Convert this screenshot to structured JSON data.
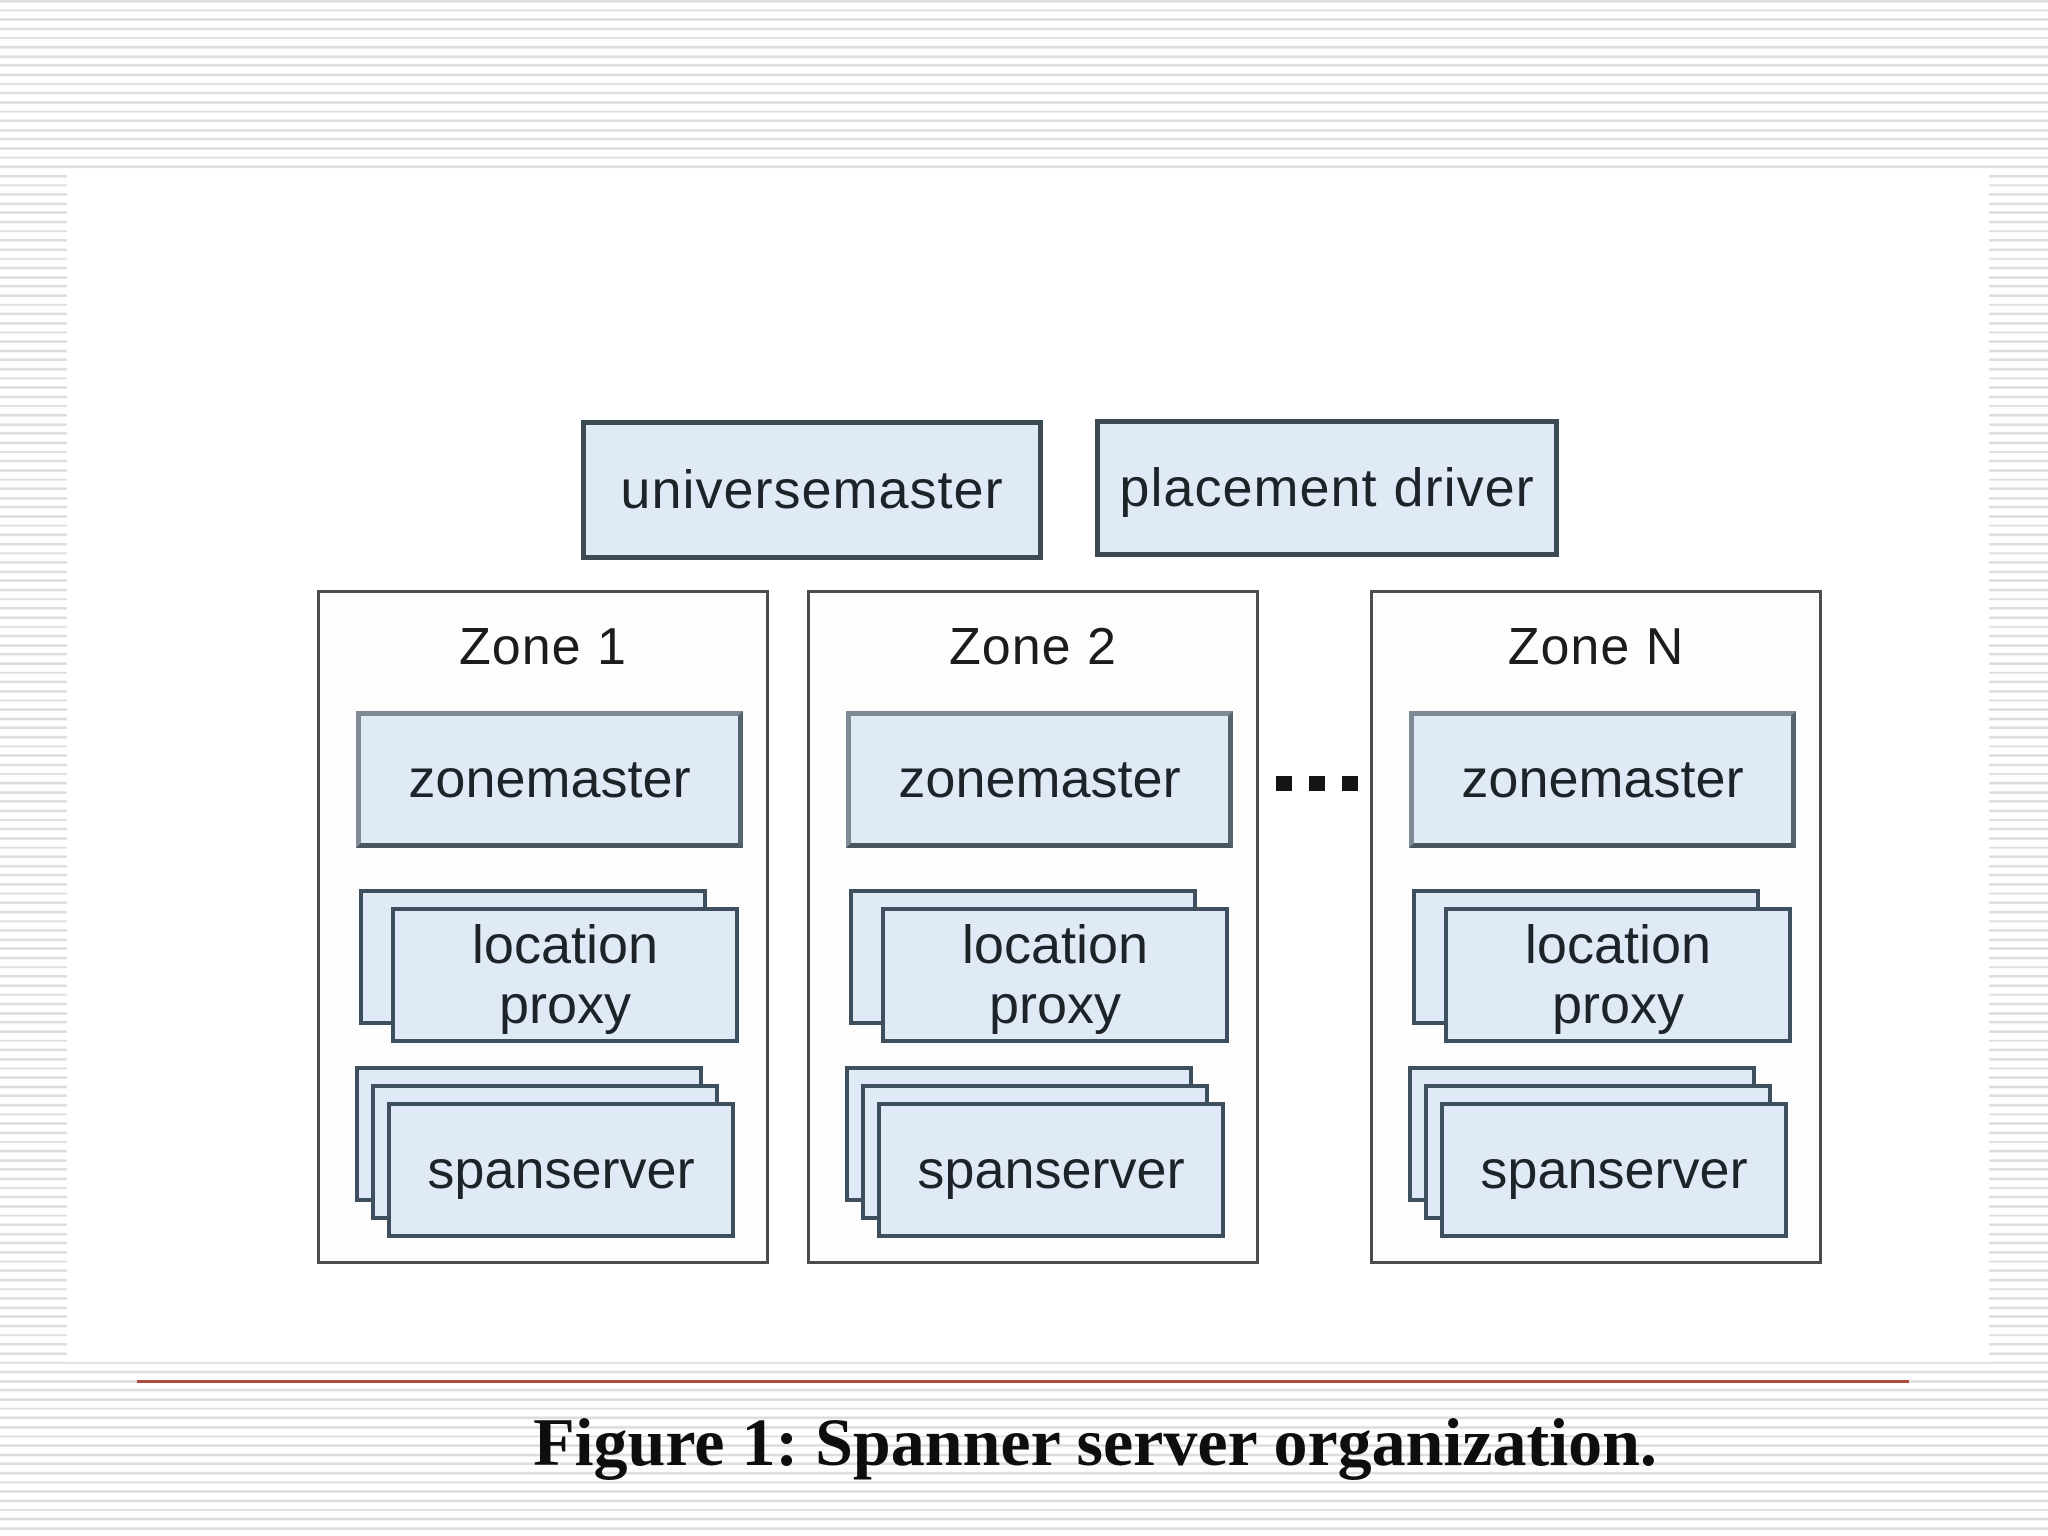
{
  "top_boxes": {
    "universemaster": "universemaster",
    "placement_driver": "placement driver"
  },
  "zones": [
    {
      "title": "Zone 1"
    },
    {
      "title": "Zone 2"
    },
    {
      "title": "Zone N"
    }
  ],
  "zone_boxes": {
    "zonemaster": "zonemaster",
    "location_proxy_line1": "location",
    "location_proxy_line2": "proxy",
    "spanserver": "spanserver"
  },
  "ellipsis_dot_count": 3,
  "caption": {
    "label": "Figure 1:",
    "text": " Spanner server organization."
  },
  "colors": {
    "boxfill": "#e0eaf6",
    "topborder": "#3c4a53",
    "stackborder": "#3e505e",
    "zoneborder": "#4d4d4d",
    "stripe": "#dcdddf",
    "accent-red": "#af4a3f",
    "ink": "#1d2329"
  }
}
